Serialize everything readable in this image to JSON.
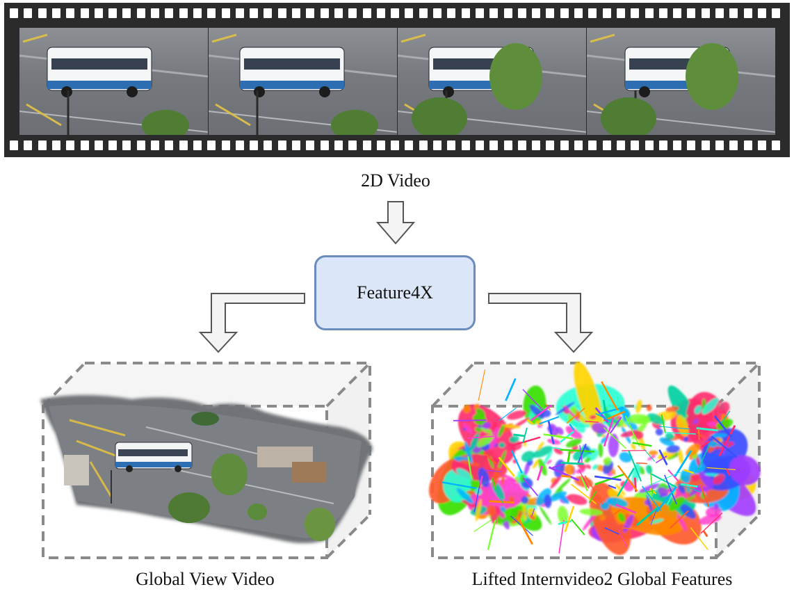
{
  "top_caption": "2D Video",
  "center_box": "Feature4X",
  "left_caption": "Global View Video",
  "right_caption": "Lifted Internvideo2 Global Features",
  "colors": {
    "film": "#2b2b2b",
    "box_fill": "#dbe7f8",
    "box_border": "#6a8bbd",
    "arrow_fill": "#f4f4f4",
    "arrow_stroke": "#555555",
    "cube_dash": "#8a8a8a"
  },
  "icons": [
    "film-strip",
    "bus-frame",
    "down-arrow-icon",
    "elbow-arrow-icon",
    "dashed-cube"
  ]
}
